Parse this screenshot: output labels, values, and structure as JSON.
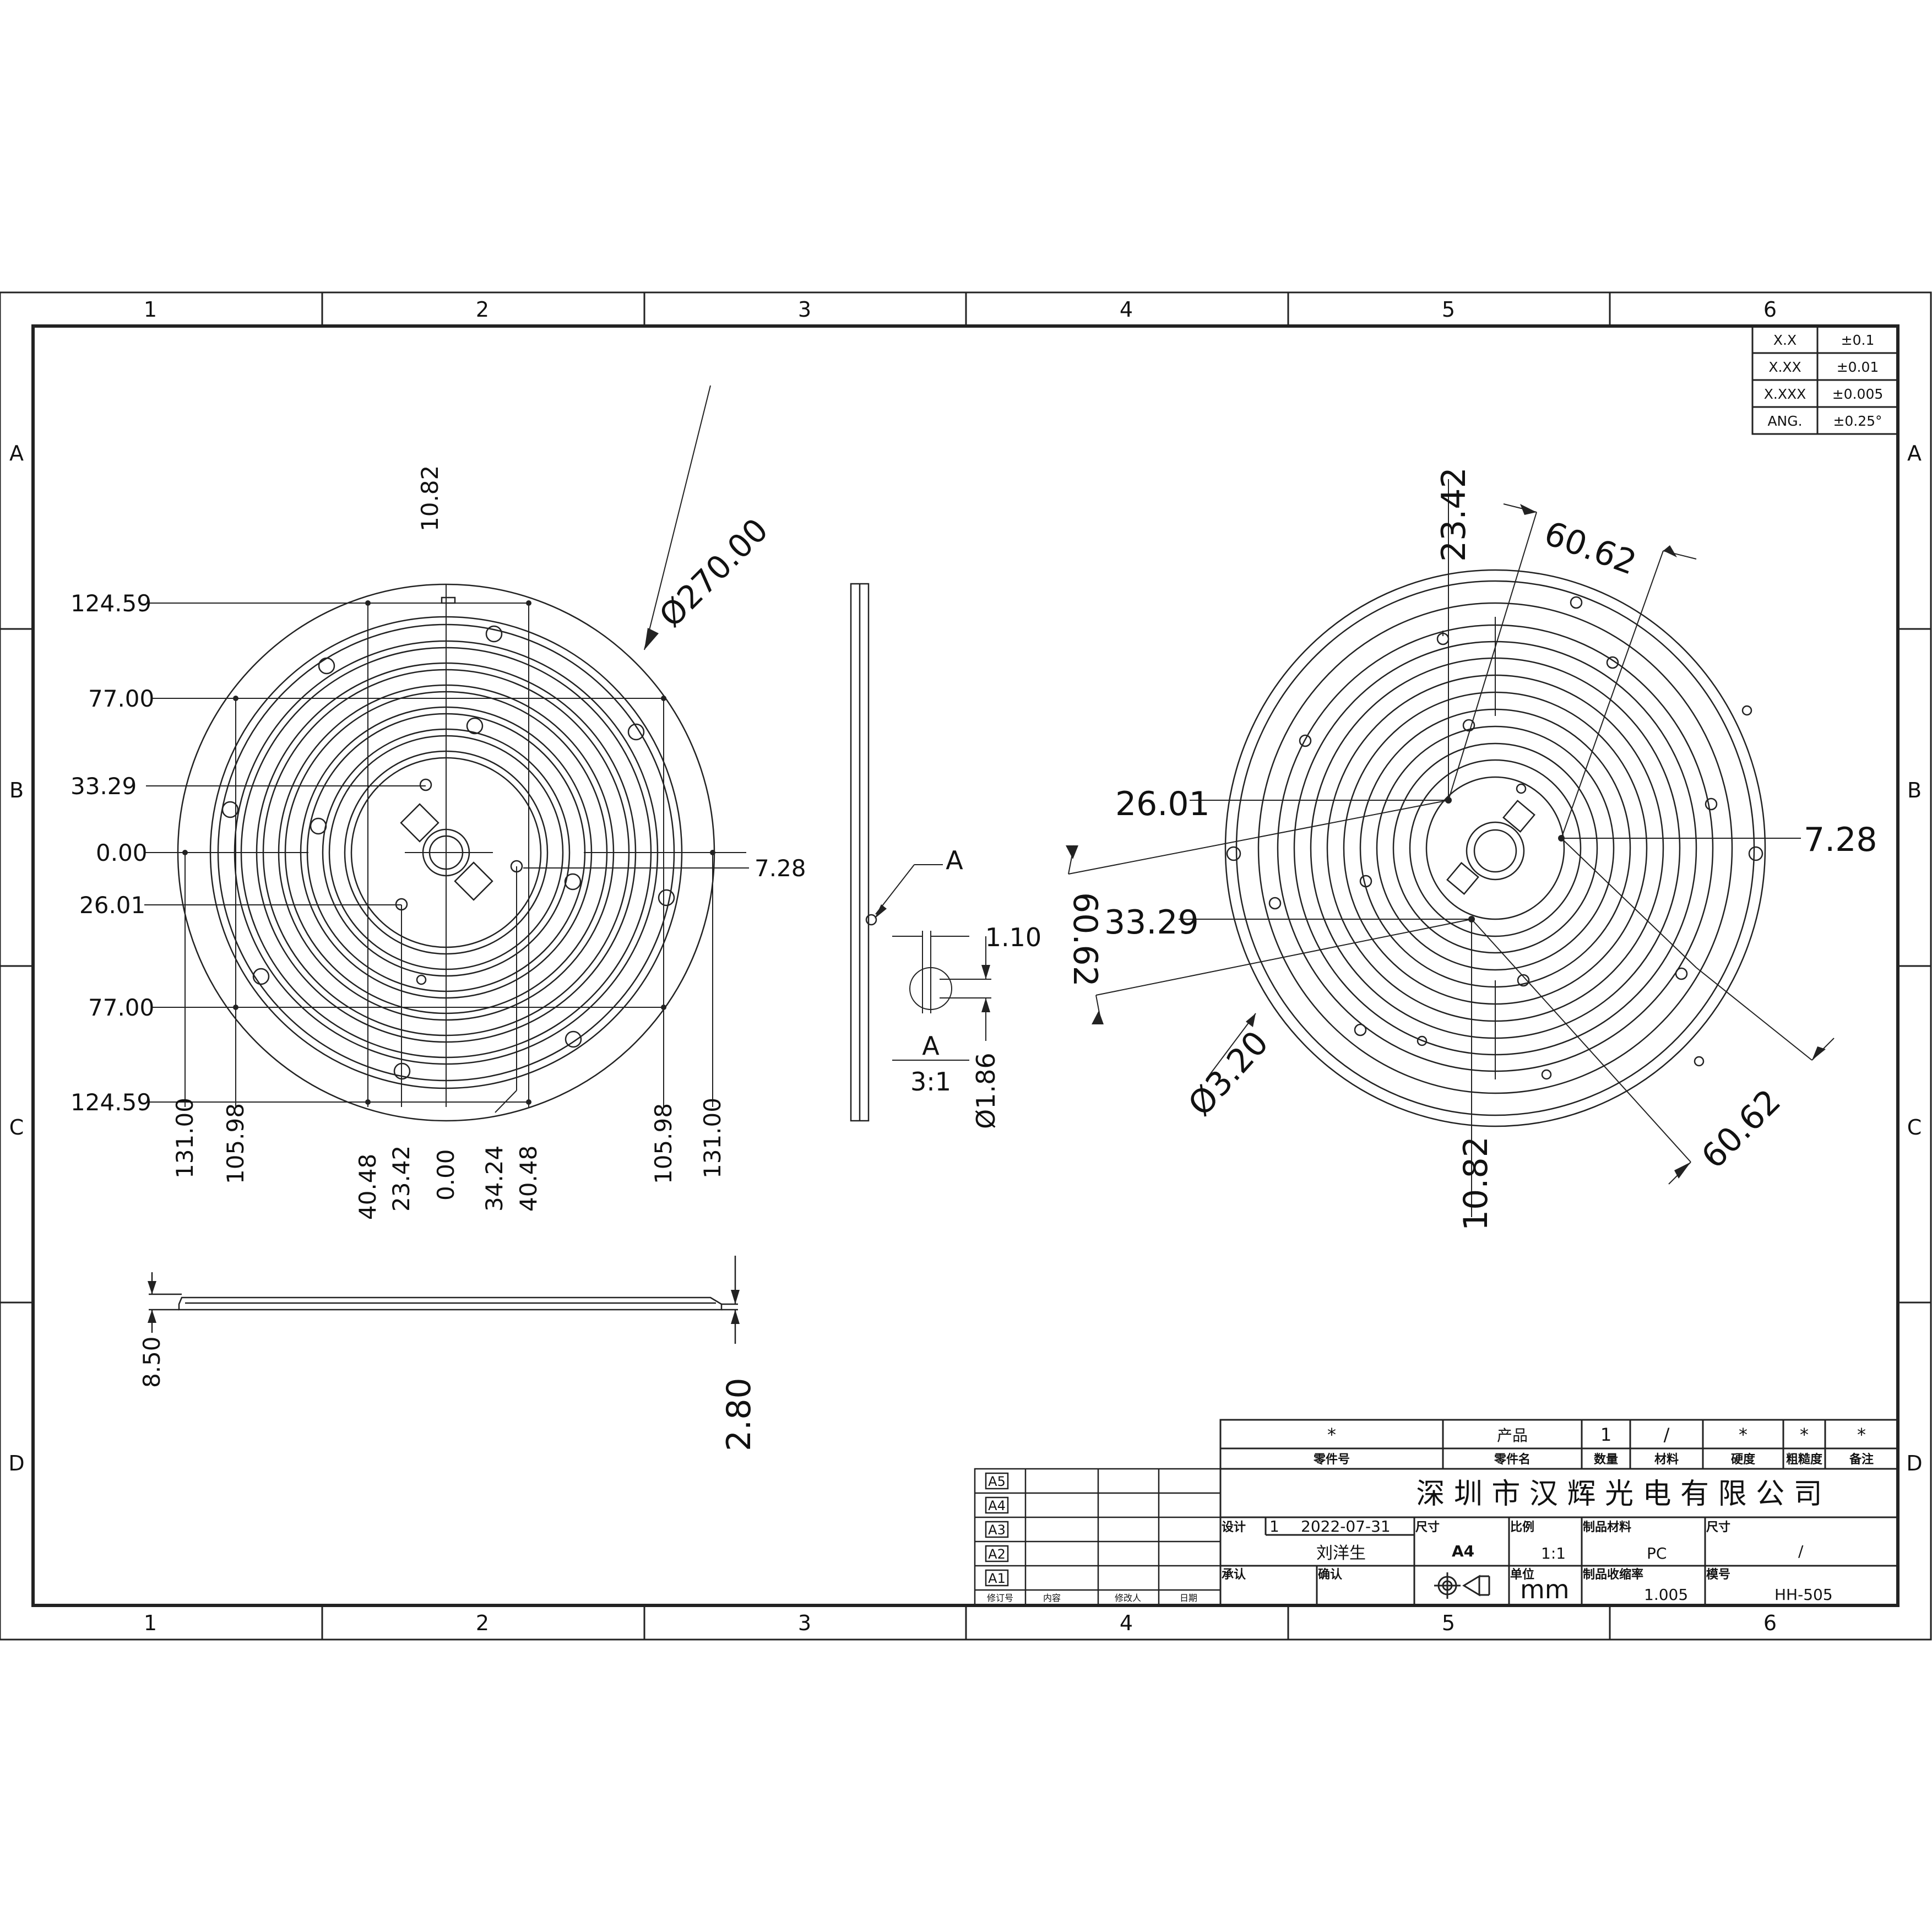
{
  "zones": {
    "columns": [
      "1",
      "2",
      "3",
      "4",
      "5",
      "6"
    ],
    "rows": [
      "A",
      "B",
      "C",
      "D"
    ]
  },
  "tolerance_table": [
    {
      "label": "X.X",
      "value": "±0.1"
    },
    {
      "label": "X.XX",
      "value": "±0.01"
    },
    {
      "label": "X.XXX",
      "value": "±0.005"
    },
    {
      "label": "ANG.",
      "value": "±0.25°"
    }
  ],
  "front_view": {
    "diameter": "Ø270.00",
    "top_dim": "10.82",
    "left_dims": [
      "124.59",
      "77.00",
      "33.29",
      "0.00",
      "26.01",
      "77.00",
      "124.59"
    ],
    "right_dim": "7.28",
    "bottom_dims": [
      "131.00",
      "105.98",
      "40.48",
      "23.42",
      "0.00",
      "34.24",
      "40.48",
      "105.98",
      "131.00"
    ]
  },
  "side_view": {
    "detail_label": "A",
    "dim_gap": "1.10",
    "dim_hole": "Ø1.86",
    "detail_title": "A",
    "detail_scale": "3:1"
  },
  "bottom_view": {
    "dim_height": "8.50",
    "dim_thickness": "2.80"
  },
  "iso_view": {
    "dims": {
      "top": "23.42",
      "angle_top": "60.62",
      "left_a": "26.01",
      "left_rot": "60.62",
      "left_b": "33.29",
      "right": "7.28",
      "hole": "Ø3.20",
      "bottom": "10.82",
      "angle_bottom": "60.62"
    }
  },
  "title_block": {
    "top_values": [
      "*",
      "产品",
      "1",
      "/",
      "*",
      "*",
      "*"
    ],
    "top_headers": [
      "零件号",
      "零件名",
      "数量",
      "材料",
      "硬度",
      "粗糙度",
      "备注"
    ],
    "company": "深 圳 市 汉 辉 光 电  有 限 公 司",
    "design_label": "设计",
    "design_num": "1",
    "date": "2022-07-31",
    "designer": "刘洋生",
    "size_label": "尺寸",
    "size_value": "A4",
    "scale_label": "比例",
    "scale_value": "1:1",
    "material_label": "制品材料",
    "material_value": "PC",
    "dim_label": "尺寸",
    "dim_value": "/",
    "approve_label": "承认",
    "confirm_label": "确认",
    "unit_label": "单位",
    "unit_value": "mm",
    "shrink_label": "制品收缩率",
    "shrink_value": "1.005",
    "model_label": "模号",
    "model_value": "HH-505",
    "revisions": [
      "A5",
      "A4",
      "A3",
      "A2",
      "A1"
    ],
    "revision_headers": [
      "修订号",
      "内容",
      "修改人",
      "日期"
    ]
  }
}
